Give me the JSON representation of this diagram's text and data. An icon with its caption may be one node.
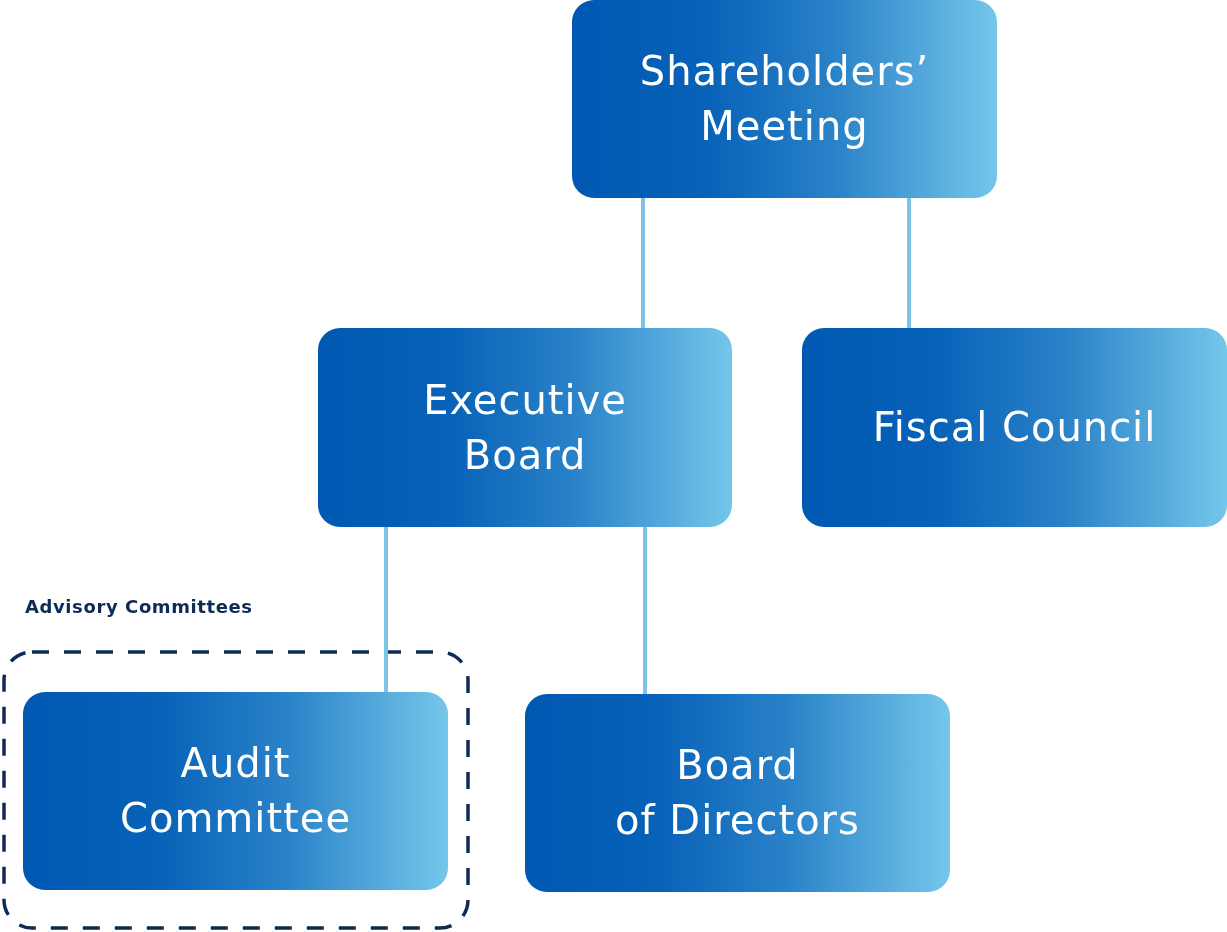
{
  "diagram": {
    "nodes": [
      {
        "text": [
          "Shareholders’ Meeting"
        ]
      },
      {
        "text": [
          "Executive Board"
        ]
      },
      {
        "text": [
          "Fiscal Council"
        ]
      },
      {
        "text": [
          "Advisory Committees"
        ]
      },
      {
        "text": [
          "Audit Committee"
        ],
        "in": 3
      },
      {
        "text": [
          "Board of Directors"
        ]
      }
    ],
    "edges": [
      {
        "from": 0,
        "to": 1,
        "arrow": "none"
      },
      {
        "from": 0,
        "to": 2,
        "arrow": "none"
      },
      {
        "from": 1,
        "to": 4,
        "arrow": "none"
      },
      {
        "from": 1,
        "to": 5,
        "arrow": "none"
      }
    ]
  }
}
